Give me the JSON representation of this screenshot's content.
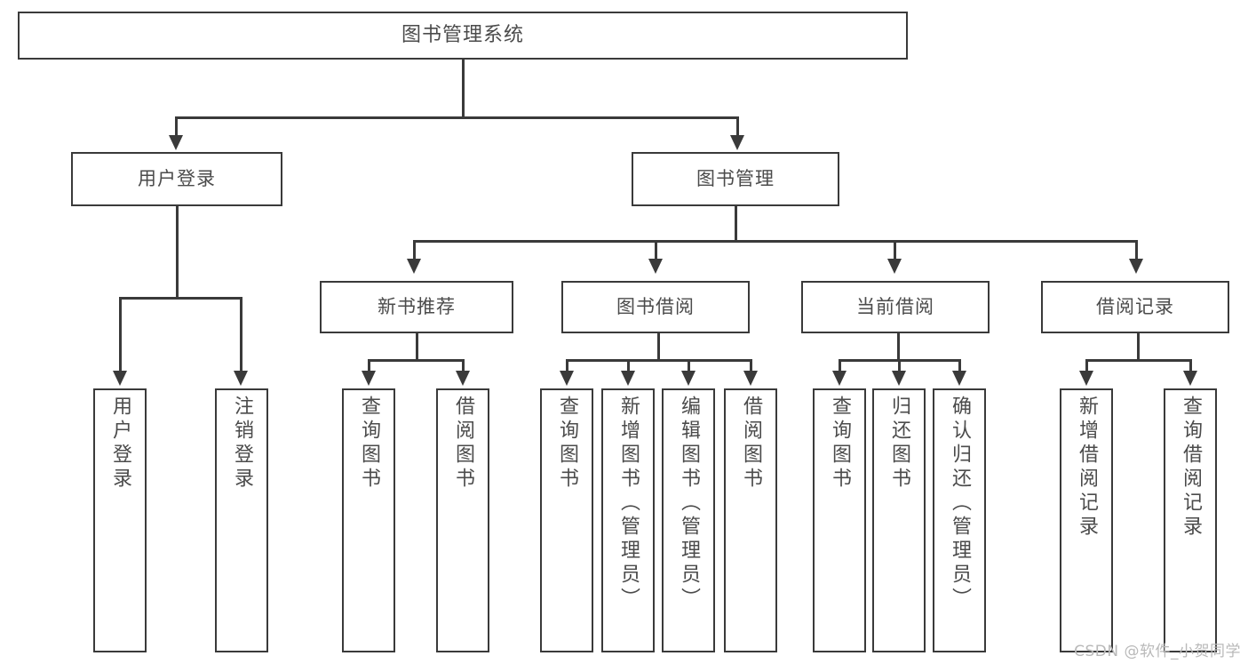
{
  "diagram": {
    "type": "tree-hierarchy",
    "title": "图书管理系统",
    "orientation": "top-down",
    "levels": 4,
    "edge_style": "orthogonal-with-arrowheads",
    "colors": {
      "box_border": "#3a3a3a",
      "box_fill": "#ffffff",
      "text": "#4b4b4b",
      "edge": "#3a3a3a",
      "background": "#ffffff",
      "watermark": "#b9b9b9"
    }
  },
  "nodes": {
    "root": {
      "label": "图书管理系统"
    },
    "level2": [
      {
        "id": "user_login",
        "label": "用户登录"
      },
      {
        "id": "book_manage",
        "label": "图书管理"
      }
    ],
    "level3": [
      {
        "id": "new_book_rec",
        "label": "新书推荐"
      },
      {
        "id": "book_borrow",
        "label": "图书借阅"
      },
      {
        "id": "current_borrow",
        "label": "当前借阅"
      },
      {
        "id": "borrow_record",
        "label": "借阅记录"
      }
    ],
    "leaves": {
      "user_login": [
        {
          "id": "leaf-user-login",
          "label": "用户登录"
        },
        {
          "id": "leaf-logout-login",
          "label": "注销登录"
        }
      ],
      "new_book_rec": [
        {
          "id": "leaf-query-book-1",
          "label": "查询图书"
        },
        {
          "id": "leaf-borrow-book-1",
          "label": "借阅图书"
        }
      ],
      "book_borrow": [
        {
          "id": "leaf-query-book-2",
          "label": "查询图书"
        },
        {
          "id": "leaf-add-book",
          "label": "新增图书（管理员）"
        },
        {
          "id": "leaf-edit-book",
          "label": "编辑图书（管理员）"
        },
        {
          "id": "leaf-borrow-book-2",
          "label": "借阅图书"
        }
      ],
      "current_borrow": [
        {
          "id": "leaf-query-book-3",
          "label": "查询图书"
        },
        {
          "id": "leaf-return-book",
          "label": "归还图书"
        },
        {
          "id": "leaf-confirm-return",
          "label": "确认归还（管理员）"
        }
      ],
      "borrow_record": [
        {
          "id": "leaf-add-record",
          "label": "新增借阅记录"
        },
        {
          "id": "leaf-query-record",
          "label": "查询借阅记录"
        }
      ]
    }
  },
  "watermark": {
    "text": "CSDN @软件_小贺同学"
  }
}
